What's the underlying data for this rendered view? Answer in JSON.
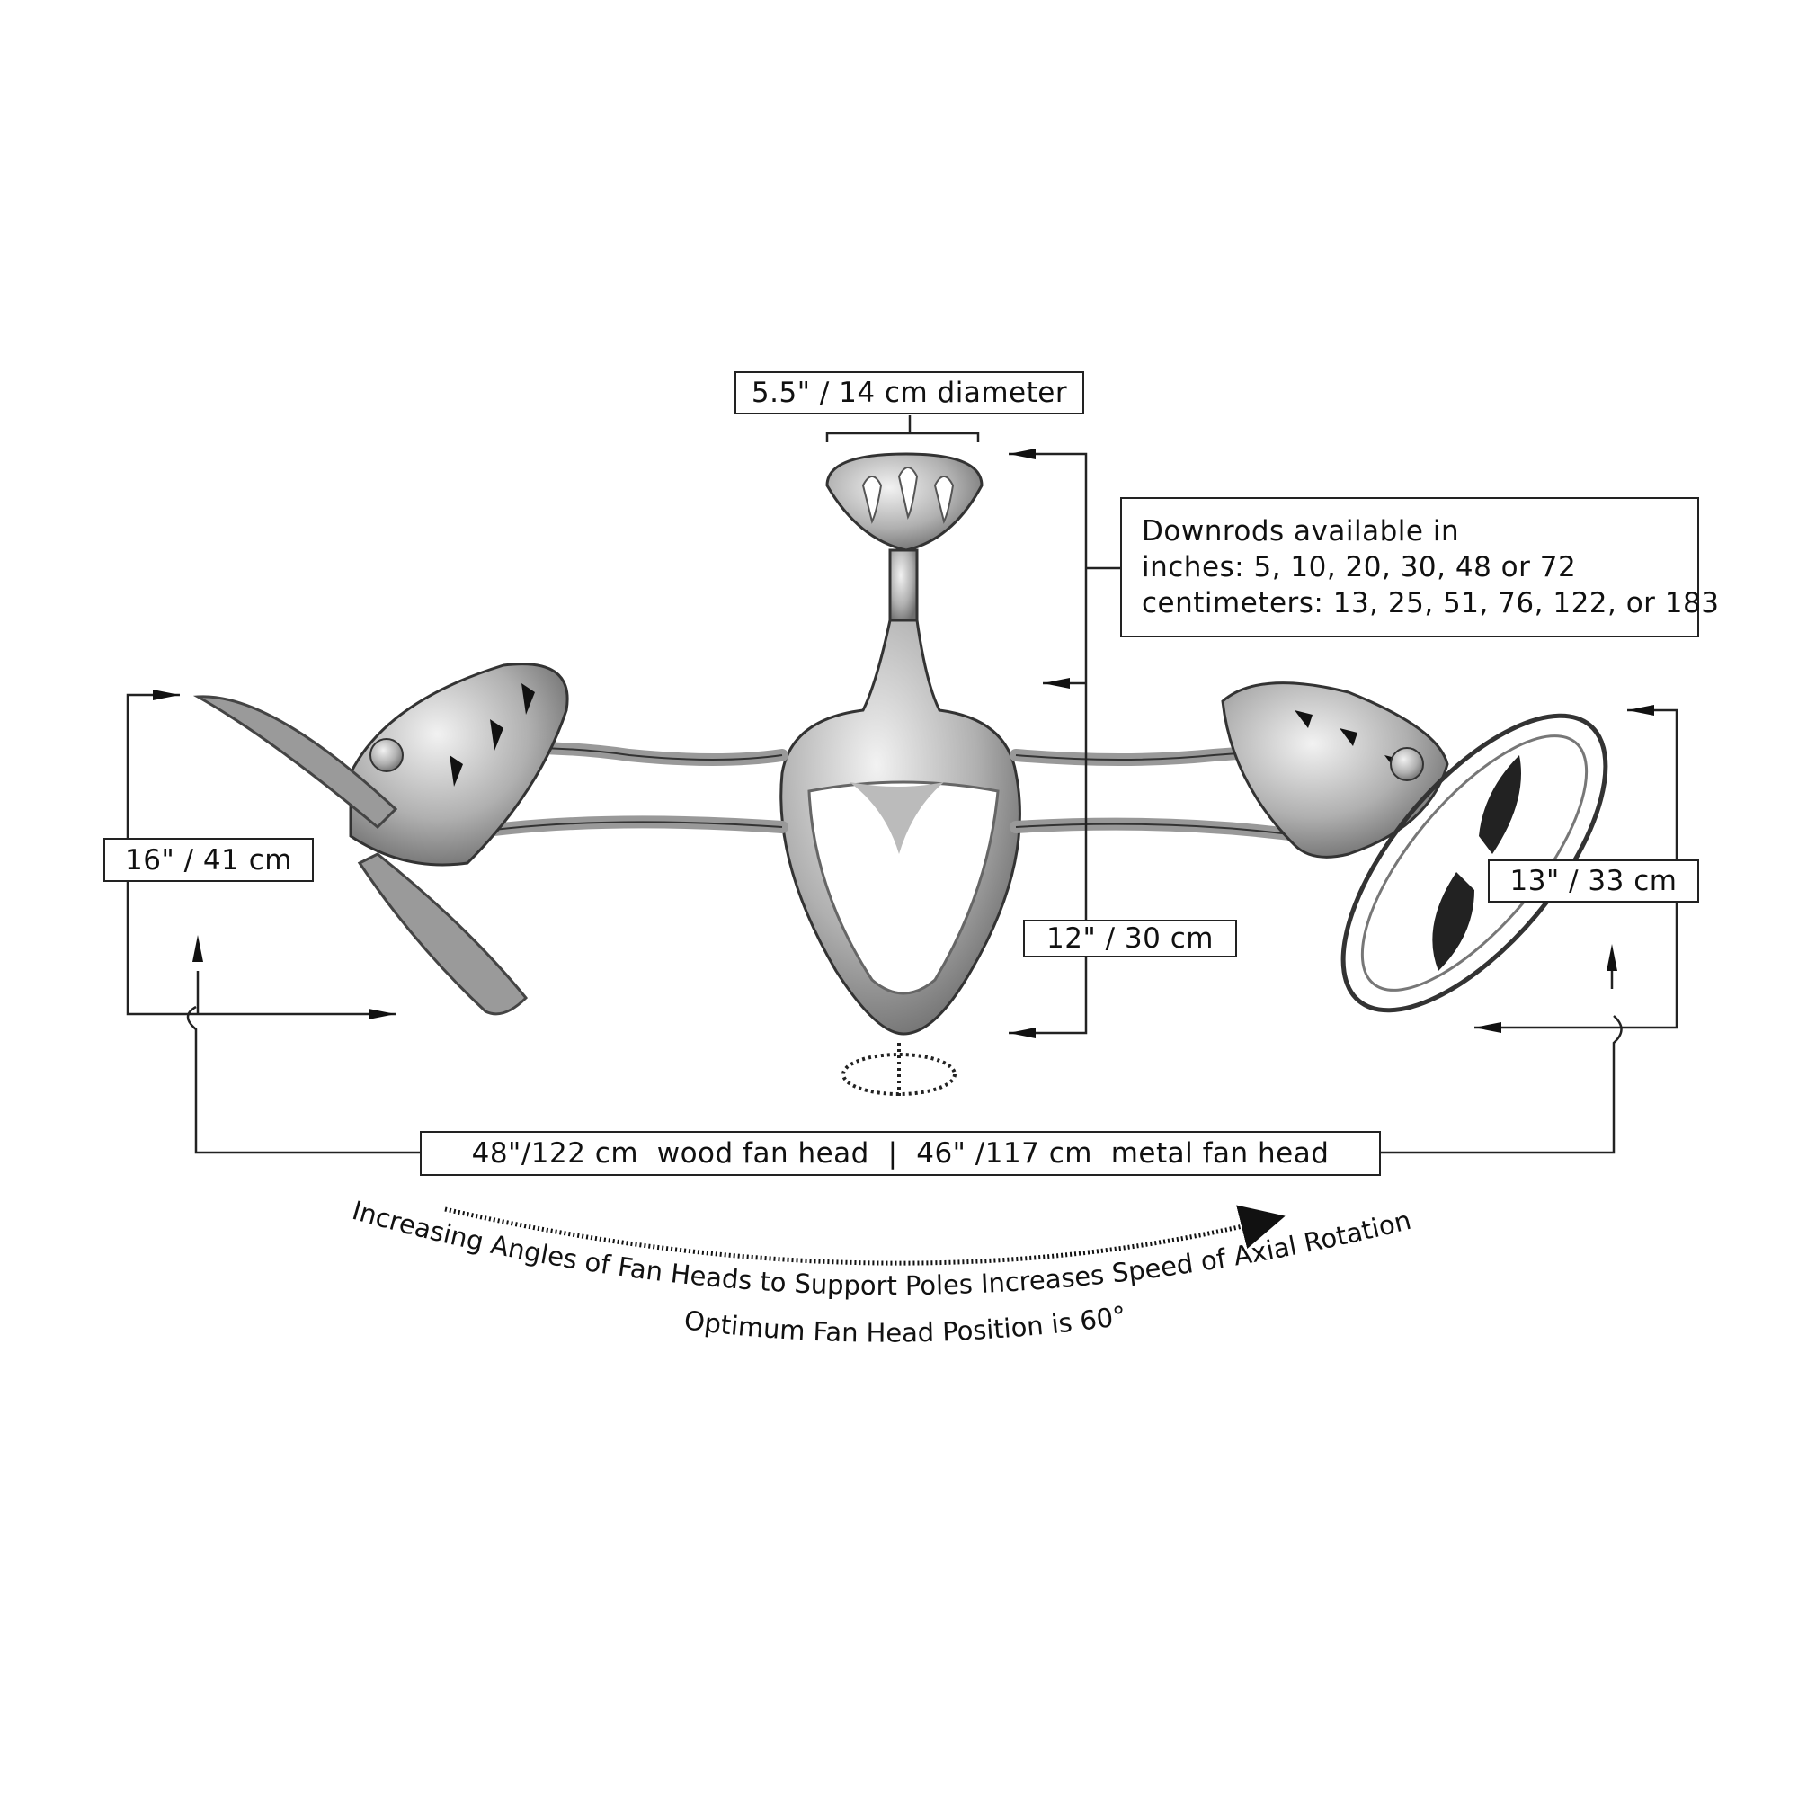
{
  "labels": {
    "canopy_diameter": "5.5\" / 14 cm diameter",
    "downrods": {
      "line1": "Downrods available in",
      "line2": "inches: 5, 10, 20, 30, 48 or 72",
      "line3": "centimeters: 13, 25, 51, 76, 122, or 183"
    },
    "wood_head_height": "16\" / 41 cm",
    "body_height": "12\" / 30 cm",
    "metal_head_height": "13\" / 33 cm",
    "span": "48\"/122 cm  wood fan head  |  46\" /117 cm  metal fan head"
  },
  "notes": {
    "rotation": "Increasing Angles of Fan Heads to Support Poles Increases Speed of Axial Rotation",
    "optimum": "Optimum Fan Head Position is 60°"
  },
  "colors": {
    "line": "#222222",
    "metal": "#a8a8a8",
    "metal_dark": "#7a7a7a"
  }
}
